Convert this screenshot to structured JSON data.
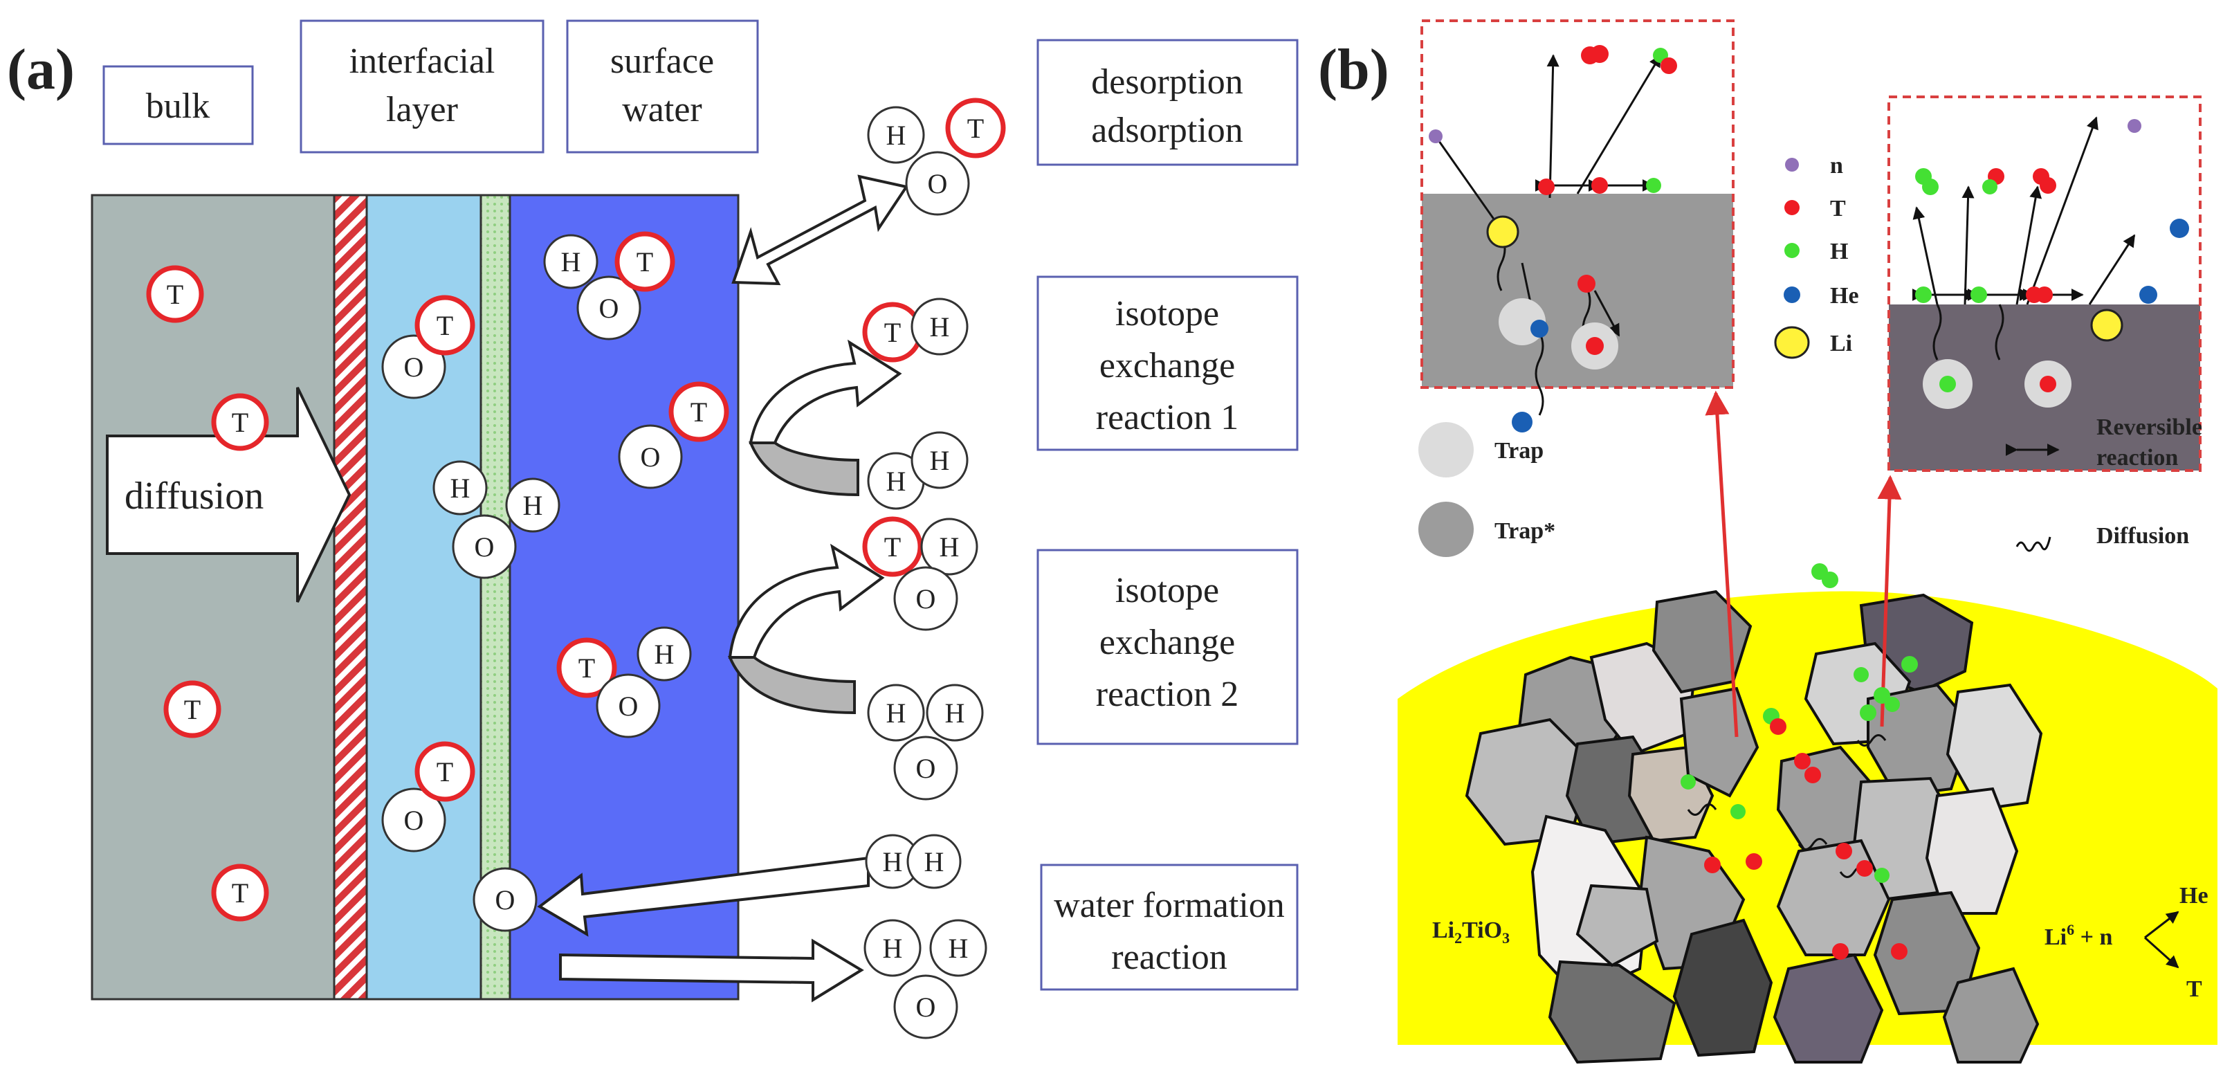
{
  "panel_a": {
    "tag": "(a)",
    "headers": {
      "bulk": "bulk",
      "interfacial": [
        "interfacial",
        "layer"
      ],
      "surface": [
        "surface",
        "water"
      ]
    },
    "diffusion_label": "diffusion",
    "reactions": {
      "desorption": [
        "desorption",
        "adsorption"
      ],
      "isotope1": [
        "isotope",
        "exchange",
        "reaction 1"
      ],
      "isotope2": [
        "isotope",
        "exchange",
        "reaction 2"
      ],
      "water_formation": [
        "water formation",
        "reaction"
      ]
    },
    "atoms": {
      "T": "T",
      "H": "H",
      "O": "O"
    },
    "colors": {
      "bulk": "#aab7b5",
      "interfacial": "#9ad2ef",
      "thin_layer": "#c8e6bf",
      "surface_water": "#5a6cf8",
      "tritium_ring": "#e5262a",
      "hatch": "#d8363a"
    }
  },
  "panel_b": {
    "tag": "(b)",
    "legend": {
      "n": "n",
      "T": "T",
      "H": "H",
      "He": "He",
      "Li": "Li"
    },
    "trap": "Trap",
    "trap_star": "Trap*",
    "reversible": [
      "Reversible",
      "reaction"
    ],
    "diffusion": "Diffusion",
    "material": {
      "main": "Li",
      "sub": "2",
      "rest": "TiO",
      "sub2": "3"
    },
    "equation": {
      "li": "Li",
      "sup": "6",
      "plus": " + n",
      "he": "He",
      "t": "T"
    },
    "colors": {
      "n": "#9070b8",
      "T": "#ee1c24",
      "H": "#44e033",
      "He": "#1a5fb4",
      "Li": "#fff23a",
      "sphere": "#ffff00",
      "box_left": "#999999",
      "box_right": "#6d6570",
      "dash": "#d94040"
    }
  }
}
